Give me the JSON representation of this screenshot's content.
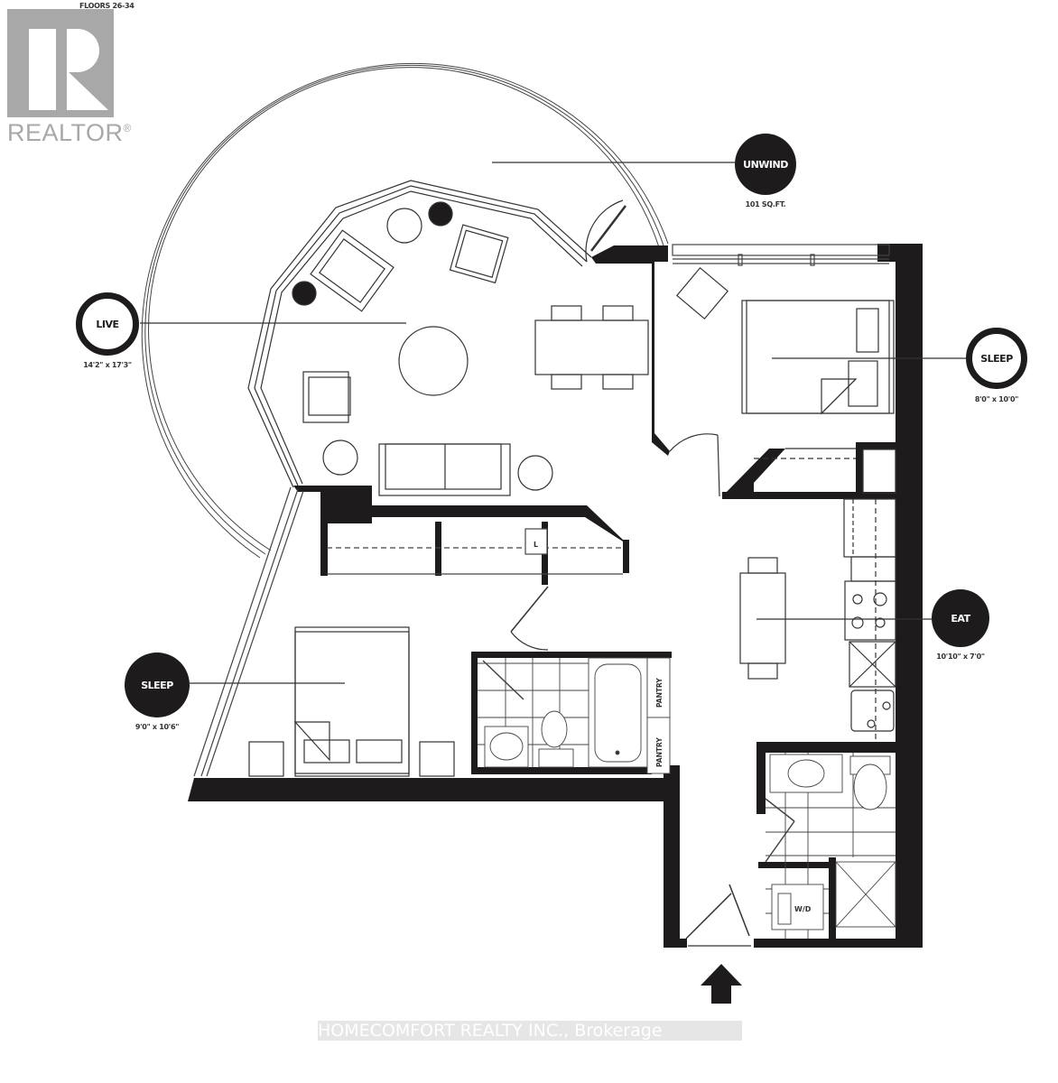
{
  "header": {
    "floors_label": "FLOORS 26-34",
    "logo_text": "REALTOR",
    "logo_mark": "®"
  },
  "rooms": [
    {
      "id": "unwind",
      "label": "UNWIND",
      "dimension": "101 SQ.FT.",
      "style": "solid"
    },
    {
      "id": "live",
      "label": "LIVE",
      "dimension": "14'2\" x 17'3\"",
      "style": "ring"
    },
    {
      "id": "sleep-master",
      "label": "SLEEP",
      "dimension": "8'0\" x 10'0\"",
      "style": "ring"
    },
    {
      "id": "eat",
      "label": "EAT",
      "dimension": "10'10\" x 7'0\"",
      "style": "solid"
    },
    {
      "id": "sleep-second",
      "label": "SLEEP",
      "dimension": "9'0\" x 10'6\"",
      "style": "solid"
    }
  ],
  "fixtures": {
    "pantry_1": "PANTRY",
    "pantry_2": "PANTRY",
    "washer_dryer": "W/D",
    "linen": "L"
  },
  "entry_arrow": "entry-arrow-icon",
  "watermark": "HOMECOMFORT REALTY INC., Brokerage",
  "colors": {
    "wall": "#1e1b1c",
    "line": "#333333",
    "logo_gray": "#a8a8a8",
    "background": "#ffffff"
  }
}
